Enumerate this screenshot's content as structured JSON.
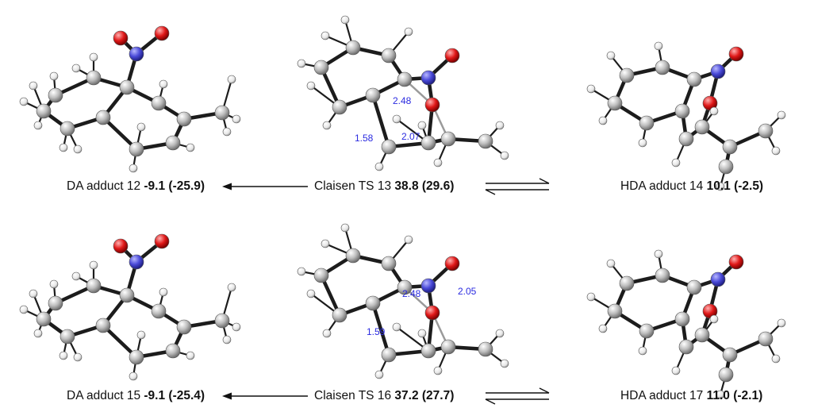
{
  "structures": [
    {
      "id": "s12",
      "label": "DA adduct 12",
      "value": "-9.1",
      "paren": "(-25.9)"
    },
    {
      "id": "s13",
      "label": "Claisen TS 13",
      "value": "38.8",
      "paren": "(29.6)"
    },
    {
      "id": "s14",
      "label": "HDA adduct 14",
      "value": "10.1",
      "paren": "(-2.5)"
    },
    {
      "id": "s15",
      "label": "DA adduct 15",
      "value": "-9.1",
      "paren": "(-25.4)"
    },
    {
      "id": "s16",
      "label": "Claisen TS 16",
      "value": "37.2",
      "paren": "(27.7)"
    },
    {
      "id": "s17",
      "label": "HDA adduct 17",
      "value": "11.0",
      "paren": "(-2.1)"
    }
  ],
  "distances": {
    "ts13": [
      "2.48",
      "1.58",
      "2.07"
    ],
    "ts16": [
      "2.48",
      "2.05",
      "1.59"
    ]
  },
  "colors": {
    "carbon": "#bdbdbd",
    "nitrogen": "#4a4ad8",
    "oxygen": "#e01818",
    "hydrogen": "#f2f2f2",
    "distance_text": "#2b2be0"
  }
}
